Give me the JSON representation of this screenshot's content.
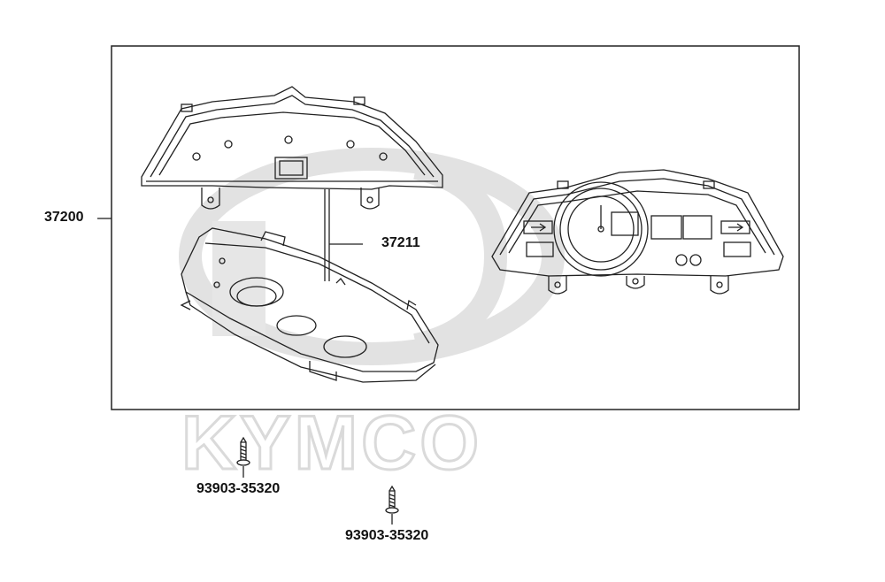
{
  "diagram": {
    "watermark_text": "KYMCO",
    "parts": {
      "assembly": "37200",
      "lower_case": "37211",
      "screw_1": "93903-35320",
      "screw_2": "93903-35320"
    }
  }
}
